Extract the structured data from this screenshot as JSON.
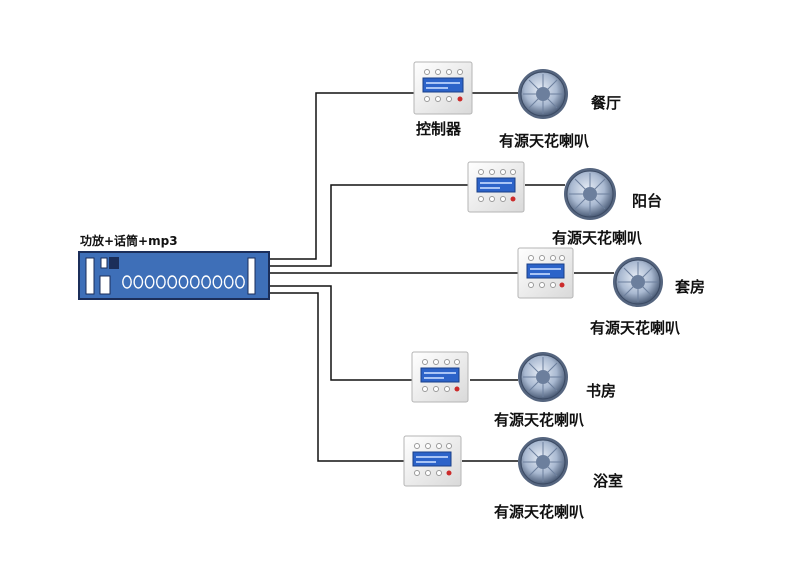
{
  "amplifier": {
    "label": "功放+话筒+mp3",
    "knob_count": 11
  },
  "controller_label": "控制器",
  "speaker_label": "有源天花喇叭",
  "zones": [
    {
      "room": "餐厅"
    },
    {
      "room": "阳台"
    },
    {
      "room": "套房"
    },
    {
      "room": "书房"
    },
    {
      "room": "浴室"
    }
  ],
  "colors": {
    "amplifier_body": "#3E6FB8",
    "amplifier_outline": "#1B2E5A",
    "wire": "#111111",
    "panel_face": "#F3F3F3",
    "panel_lcd": "#2C63C9",
    "speaker_rim": "#6E7F99",
    "speaker_grille": "#B8C7DC"
  }
}
